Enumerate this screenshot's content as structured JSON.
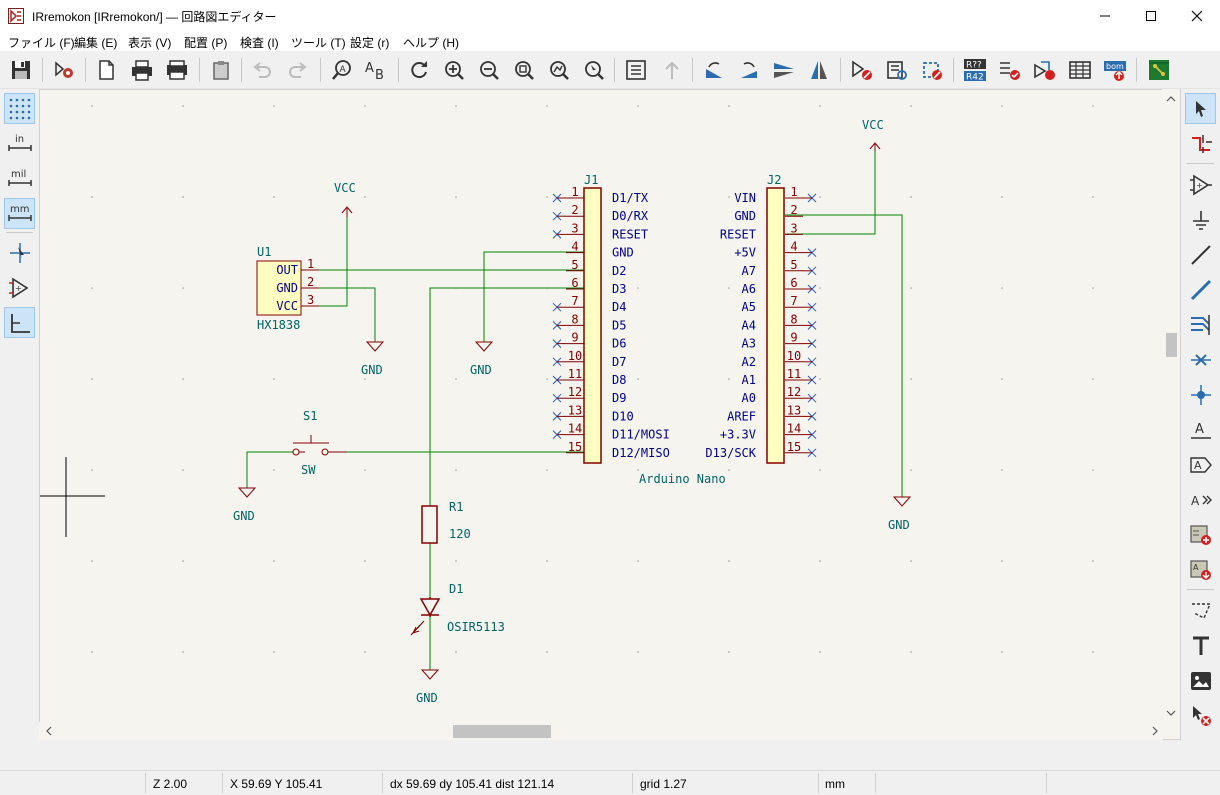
{
  "window": {
    "title": "IRremokon [IRremokon/] — 回路図エディター"
  },
  "menu": [
    {
      "label": "ファイル (F)"
    },
    {
      "label": "編集 (E)"
    },
    {
      "label": "表示 (V)"
    },
    {
      "label": "配置 (P)"
    },
    {
      "label": "検査 (I)"
    },
    {
      "label": "ツール (T)"
    },
    {
      "label": "設定 (r)"
    },
    {
      "label": "ヘルプ (H)"
    }
  ],
  "left_toolbar": {
    "units_in": "in",
    "units_mil": "mil",
    "units_mm": "mm"
  },
  "toolbar": {
    "bom_label": "bom",
    "annotate_label": "R??"
  },
  "schematic": {
    "u1": {
      "ref": "U1",
      "value": "HX1838",
      "pins": [
        {
          "num": "1",
          "name": "OUT"
        },
        {
          "num": "2",
          "name": "GND"
        },
        {
          "num": "3",
          "name": "VCC"
        }
      ]
    },
    "j1": {
      "ref": "J1",
      "value": "Arduino Nano",
      "pins": [
        {
          "num": "1",
          "name": "D1/TX"
        },
        {
          "num": "2",
          "name": "D0/RX"
        },
        {
          "num": "3",
          "name": "RESET"
        },
        {
          "num": "4",
          "name": "GND"
        },
        {
          "num": "5",
          "name": "D2"
        },
        {
          "num": "6",
          "name": "D3"
        },
        {
          "num": "7",
          "name": "D4"
        },
        {
          "num": "8",
          "name": "D5"
        },
        {
          "num": "9",
          "name": "D6"
        },
        {
          "num": "10",
          "name": "D7"
        },
        {
          "num": "11",
          "name": "D8"
        },
        {
          "num": "12",
          "name": "D9"
        },
        {
          "num": "13",
          "name": "D10"
        },
        {
          "num": "14",
          "name": "D11/MOSI"
        },
        {
          "num": "15",
          "name": "D12/MISO"
        }
      ]
    },
    "j2": {
      "ref": "J2",
      "pins": [
        {
          "num": "1",
          "name": "VIN"
        },
        {
          "num": "2",
          "name": "GND"
        },
        {
          "num": "3",
          "name": "RESET"
        },
        {
          "num": "4",
          "name": "+5V"
        },
        {
          "num": "5",
          "name": "A7"
        },
        {
          "num": "6",
          "name": "A6"
        },
        {
          "num": "7",
          "name": "A5"
        },
        {
          "num": "8",
          "name": "A4"
        },
        {
          "num": "9",
          "name": "A3"
        },
        {
          "num": "10",
          "name": "A2"
        },
        {
          "num": "11",
          "name": "A1"
        },
        {
          "num": "12",
          "name": "A0"
        },
        {
          "num": "13",
          "name": "AREF"
        },
        {
          "num": "14",
          "name": "+3.3V"
        },
        {
          "num": "15",
          "name": "D13/SCK"
        }
      ]
    },
    "s1": {
      "ref": "S1",
      "value": "SW"
    },
    "r1": {
      "ref": "R1",
      "value": "120"
    },
    "d1": {
      "ref": "D1",
      "value": "OSIR5113"
    },
    "power": {
      "vcc": "VCC",
      "gnd": "GND"
    }
  },
  "status": {
    "zoom": "Z 2.00",
    "xy": "X 59.69  Y 105.41",
    "delta": "dx 59.69  dy 105.41  dist 121.14",
    "grid": "grid 1.27",
    "units": "mm"
  },
  "colors": {
    "wire": "#008400",
    "component": "#840000",
    "pin_name": "#00008b",
    "power_text": "#006464",
    "ref_text": "#006464",
    "body_fill": "#ffffc2",
    "canvas_bg": "#f5f4ef"
  }
}
